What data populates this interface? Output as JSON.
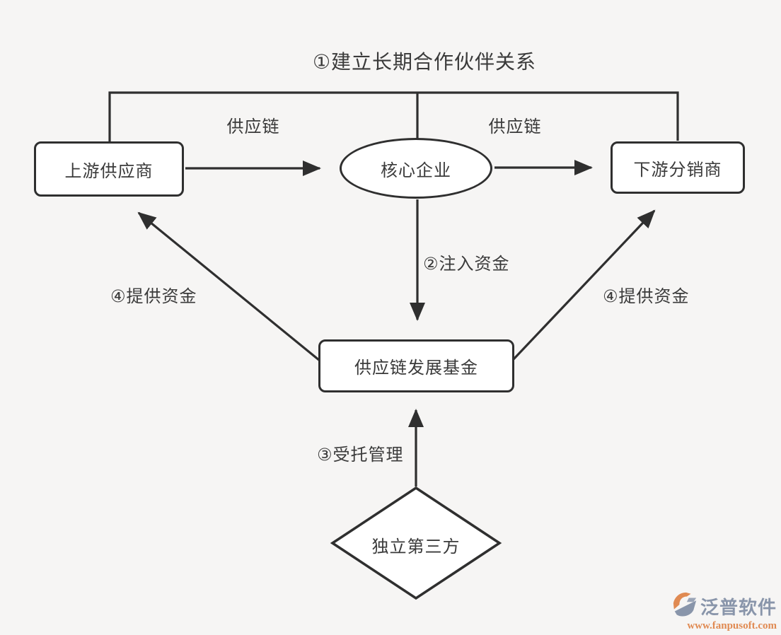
{
  "diagram": {
    "title": "①建立长期合作伙伴关系",
    "nodes": {
      "upstream": "上游供应商",
      "core": "核心企业",
      "downstream": "下游分销商",
      "fund": "供应链发展基金",
      "third_party": "独立第三方"
    },
    "edge_labels": {
      "supply_chain_left": "供应链",
      "supply_chain_right": "供应链",
      "inject_funds": "②注入资金",
      "entrusted_management": "③受托管理",
      "provide_funds_left": "④提供资金",
      "provide_funds_right": "④提供资金"
    },
    "colors": {
      "line": "#2f2f2f",
      "text": "#3a3a3a",
      "node_fill": "#ffffff",
      "background": "#f6f5f4"
    }
  },
  "watermark": {
    "brand": "泛普软件",
    "url": "www.fanpusoft.com",
    "brand_color": "#8995aa",
    "url_color": "#e08a52"
  }
}
